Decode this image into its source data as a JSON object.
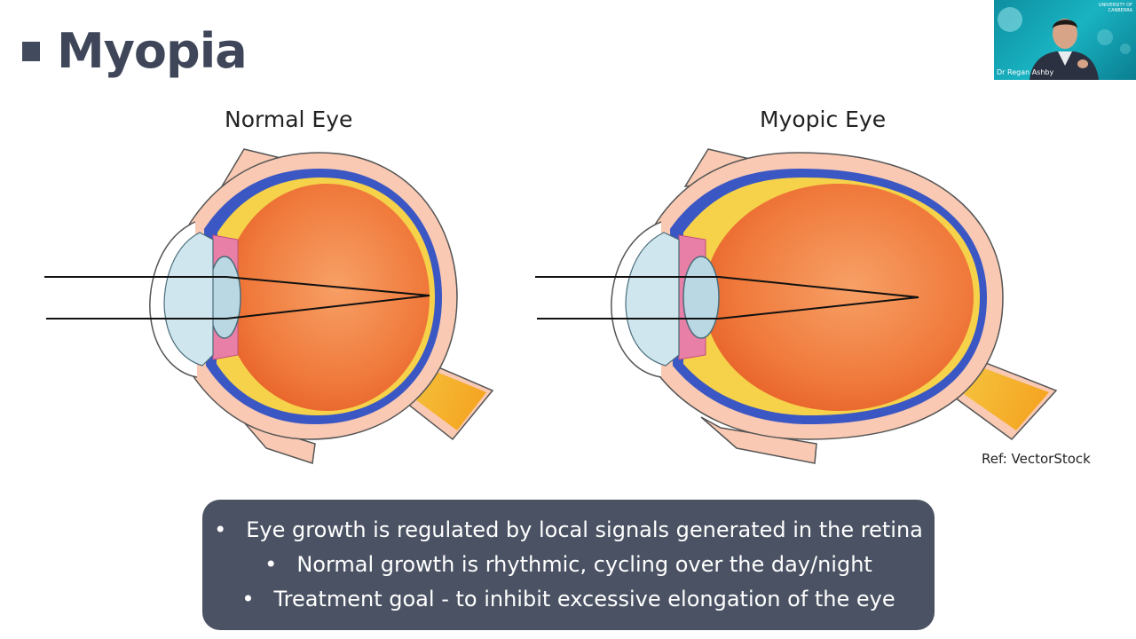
{
  "slide": {
    "title": "Myopia",
    "labels": {
      "normal": "Normal Eye",
      "myopic": "Myopic Eye"
    },
    "reference": "Ref: VectorStock",
    "bullets": [
      "Eye growth is regulated by local signals generated in the retina",
      "Normal growth is rhythmic, cycling over the day/night",
      "Treatment goal - to inhibit excessive elongation of the eye"
    ],
    "bullet_symbol": "•"
  },
  "webcam": {
    "presenter_name": "Dr Regan Ashby",
    "logo_line1": "UNIVERSITY OF",
    "logo_line2": "CANBERRA"
  },
  "colors": {
    "title": "#3f4659",
    "bullet_box": "#4a5263",
    "sclera": "#f9c9b3",
    "choroid": "#3b57c4",
    "retina": "#f5d24a",
    "vitreous": "#f07a3c",
    "cornea": "#cfe6ee",
    "optic_nerve": "#f5b731",
    "webcam_bg": "#14a5b6"
  }
}
